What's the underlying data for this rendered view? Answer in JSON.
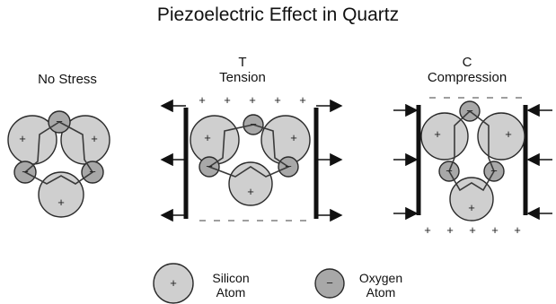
{
  "title": "Piezoelectric Effect in Quartz",
  "panels": {
    "no_stress": {
      "label": "No Stress"
    },
    "tension": {
      "letter": "T",
      "label": "Tension"
    },
    "compression": {
      "letter": "C",
      "label": "Compression"
    }
  },
  "symbols": {
    "plus": "+",
    "minus": "−"
  },
  "legend": {
    "silicon": {
      "line1": "Silicon",
      "line2": "Atom"
    },
    "oxygen": {
      "line1": "Oxygen",
      "line2": "Atom"
    }
  },
  "colors": {
    "atom_fill": "#cfcfcf",
    "oxygen_fill": "#a8a8a8",
    "stroke": "#2a2a2a",
    "dash": "#666666"
  }
}
